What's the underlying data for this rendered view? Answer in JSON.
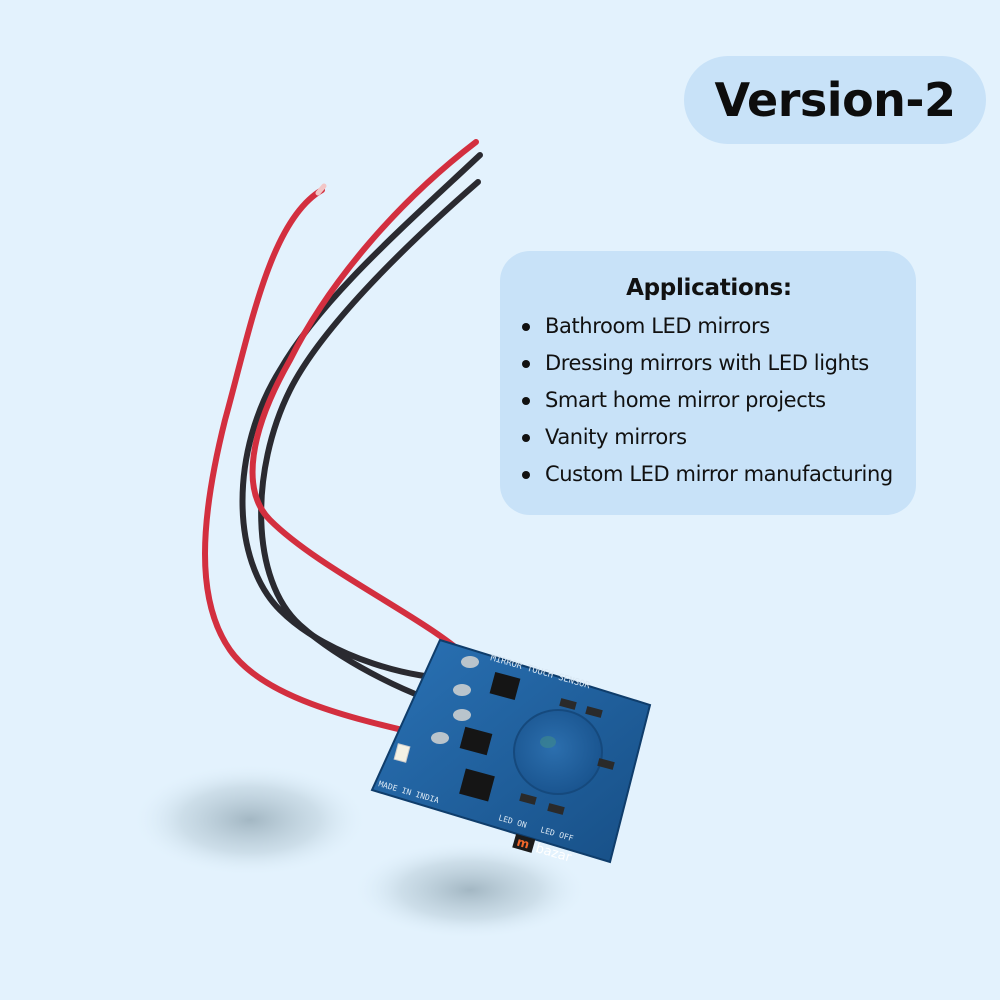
{
  "badge": {
    "label": "Version-2"
  },
  "applications": {
    "title": "Applications:",
    "items": [
      "Bathroom LED mirrors",
      "Dressing mirrors with LED lights",
      "Smart home mirror projects",
      "Vanity mirrors",
      "Custom LED mirror manufacturing"
    ]
  },
  "board": {
    "silkscreen_title": "MIRROR TOUCH SENSOR",
    "made_in": "MADE IN INDIA",
    "led_on": "LED ON",
    "led_off": "LED OFF",
    "brand_left": "m",
    "brand_right": "bazar",
    "colors": {
      "pcb": "#1f5f9e",
      "red_wire": "#d32f3f",
      "black_wire": "#2a2a30"
    }
  }
}
